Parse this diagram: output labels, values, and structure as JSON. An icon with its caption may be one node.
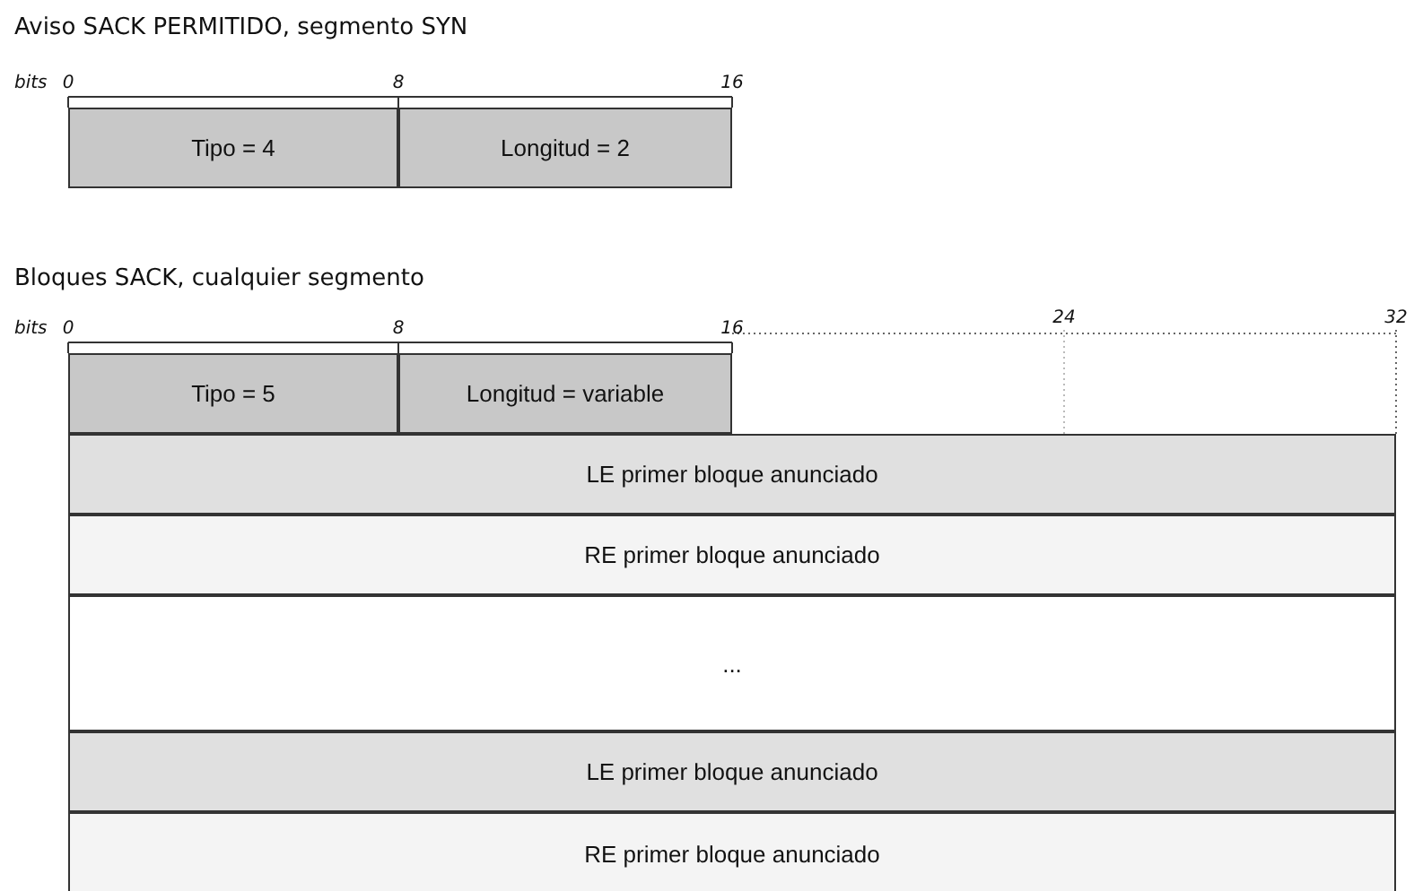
{
  "diagram": {
    "nodes": [
      {
        "text": [
          "Tipo = 4"
        ]
      },
      {
        "text": [
          "Longitud = 2"
        ]
      },
      {
        "text": [
          "Tipo = 5"
        ]
      },
      {
        "text": [
          "Longitud = variable"
        ]
      },
      {
        "text": [
          "LE primer bloque anunciado"
        ]
      },
      {
        "text": [
          "RE primer bloque anunciado"
        ]
      },
      {
        "text": [
          "..."
        ]
      },
      {
        "text": [
          "LE primer bloque anunciado"
        ]
      },
      {
        "text": [
          "RE primer bloque anunciado"
        ]
      }
    ],
    "edges": [],
    "labels": [
      "Aviso SACK PERMITIDO, segmento SYN",
      "bits",
      "0",
      "8",
      "16",
      "Bloques SACK, cualquier segmento",
      "bits",
      "0",
      "8",
      "16",
      "24",
      "32"
    ]
  }
}
